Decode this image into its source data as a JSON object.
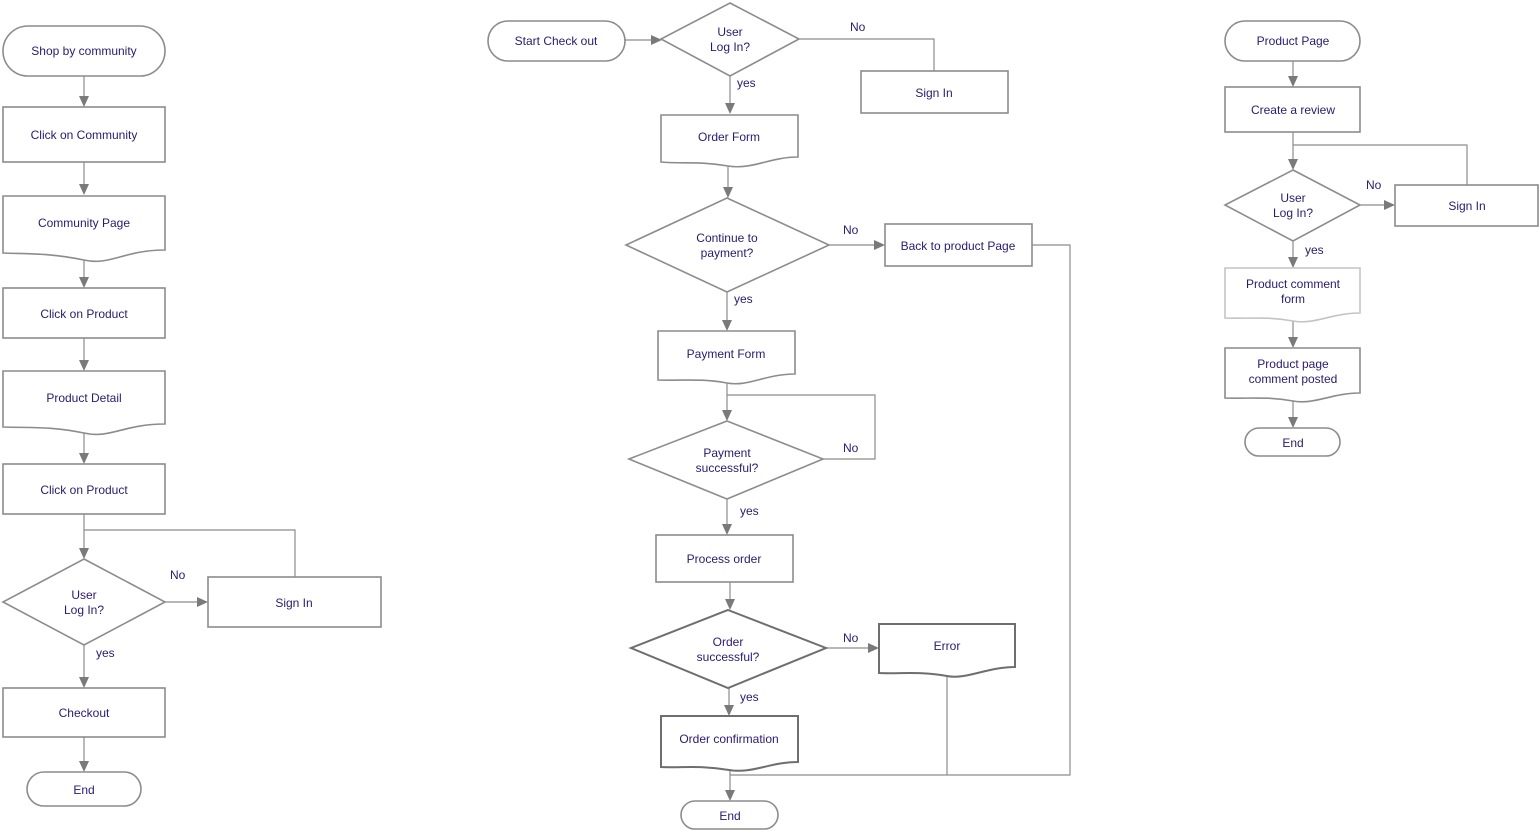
{
  "flow1": {
    "start": "Shop by community",
    "click_community": "Click on Community",
    "community_page": "Community Page",
    "click_product_1": "Click on Product",
    "product_detail": "Product Detail",
    "click_product_2": "Click on Product",
    "decision_line1": "User",
    "decision_line2": "Log In?",
    "no_label": "No",
    "yes_label": "yes",
    "sign_in": "Sign In",
    "checkout": "Checkout",
    "end": "End"
  },
  "flow2": {
    "start": "Start Check out",
    "login_line1": "User",
    "login_line2": "Log In?",
    "login_no": "No",
    "login_yes": "yes",
    "sign_in": "Sign In",
    "order_form": "Order Form",
    "continue_line1": "Continue to",
    "continue_line2": "payment?",
    "continue_no": "No",
    "continue_yes": "yes",
    "back_to_product": "Back to product Page",
    "payment_form": "Payment Form",
    "payment_line1": "Payment",
    "payment_line2": "successful?",
    "payment_no": "No",
    "payment_yes": "yes",
    "process_order": "Process order",
    "order_line1": "Order",
    "order_line2": "successful?",
    "order_no": "No",
    "order_yes": "yes",
    "error": "Error",
    "order_confirmation": "Order confirmation",
    "end": "End"
  },
  "flow3": {
    "start": "Product Page",
    "create_review": "Create  a review",
    "login_line1": "User",
    "login_line2": "Log In?",
    "login_no": "No",
    "login_yes": "yes",
    "sign_in": "Sign In",
    "comment_form_line1": "Product comment",
    "comment_form_line2": "form",
    "posted_line1": "Product page",
    "posted_line2": "comment posted",
    "end": "End"
  }
}
